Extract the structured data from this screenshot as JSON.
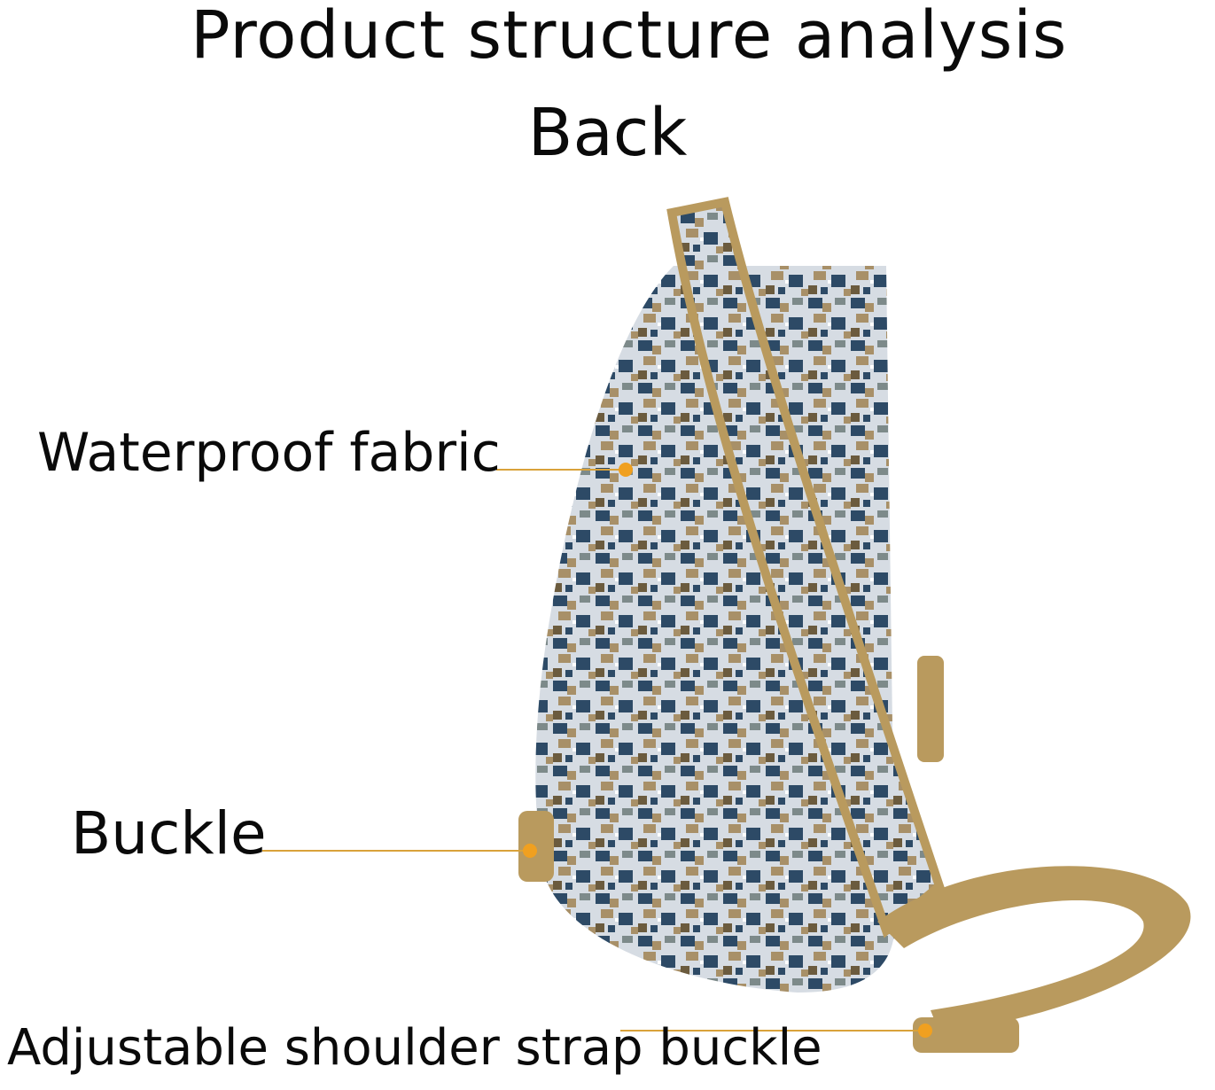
{
  "header": {
    "title": "Product structure analysis",
    "subtitle": "Back"
  },
  "callouts": [
    {
      "label": "Waterproof fabric"
    },
    {
      "label": "Buckle"
    },
    {
      "label": "Adjustable shoulder strap buckle"
    }
  ],
  "colors": {
    "callout_line": "#d9a23a",
    "callout_dot": "#f0a020",
    "strap": "#b99a5e",
    "camo_light": "#d8dde3",
    "camo_navy": "#2d4a66",
    "camo_khaki": "#a89068"
  }
}
